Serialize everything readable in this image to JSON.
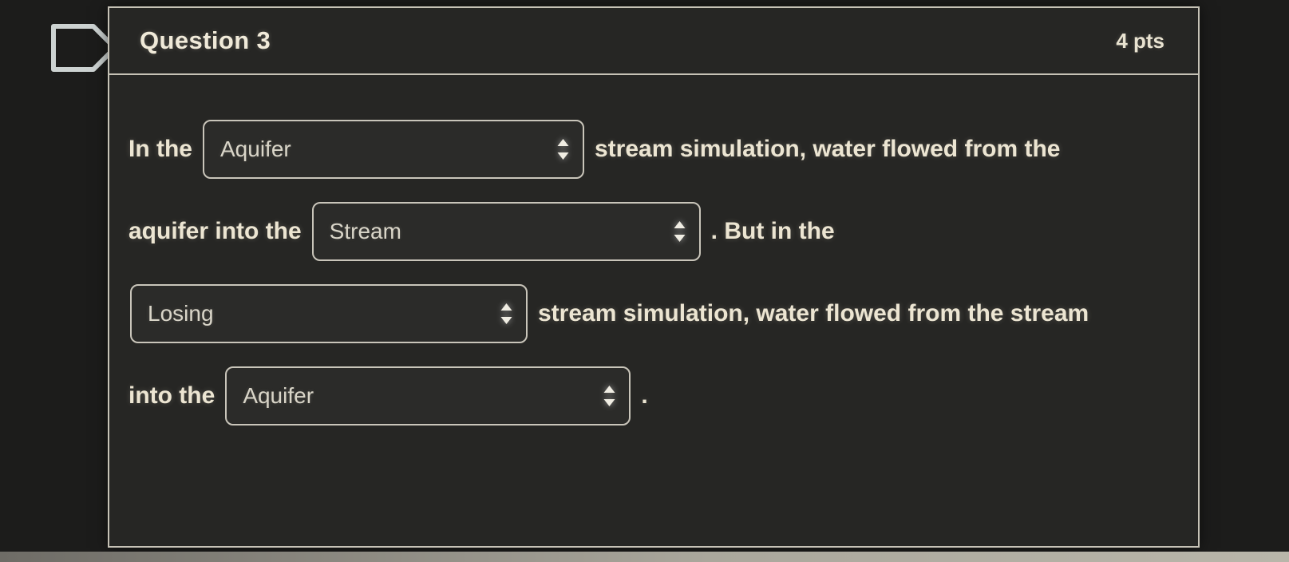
{
  "colors": {
    "page_background": "#1c1c1b",
    "card_background": "#262624",
    "border": "#c6c2b6",
    "title_text": "#f0ead9",
    "body_text": "#ece5d2",
    "select_text": "#d9d5c8"
  },
  "icons": {
    "bookmark": "question-bookmark-icon",
    "select_arrow": "up-down-arrow-icon"
  },
  "header": {
    "title": "Question 3",
    "points": "4 pts"
  },
  "question": {
    "text": {
      "t1": "In the",
      "t2": "stream simulation, water flowed from the",
      "t3": "aquifer into the",
      "t4": ". But in the",
      "t5": "stream simulation, water flowed from the stream",
      "t6": "into the",
      "t7": "."
    },
    "blanks": [
      {
        "value": "Aquifer"
      },
      {
        "value": "Stream"
      },
      {
        "value": "Losing"
      },
      {
        "value": "Aquifer"
      }
    ]
  }
}
